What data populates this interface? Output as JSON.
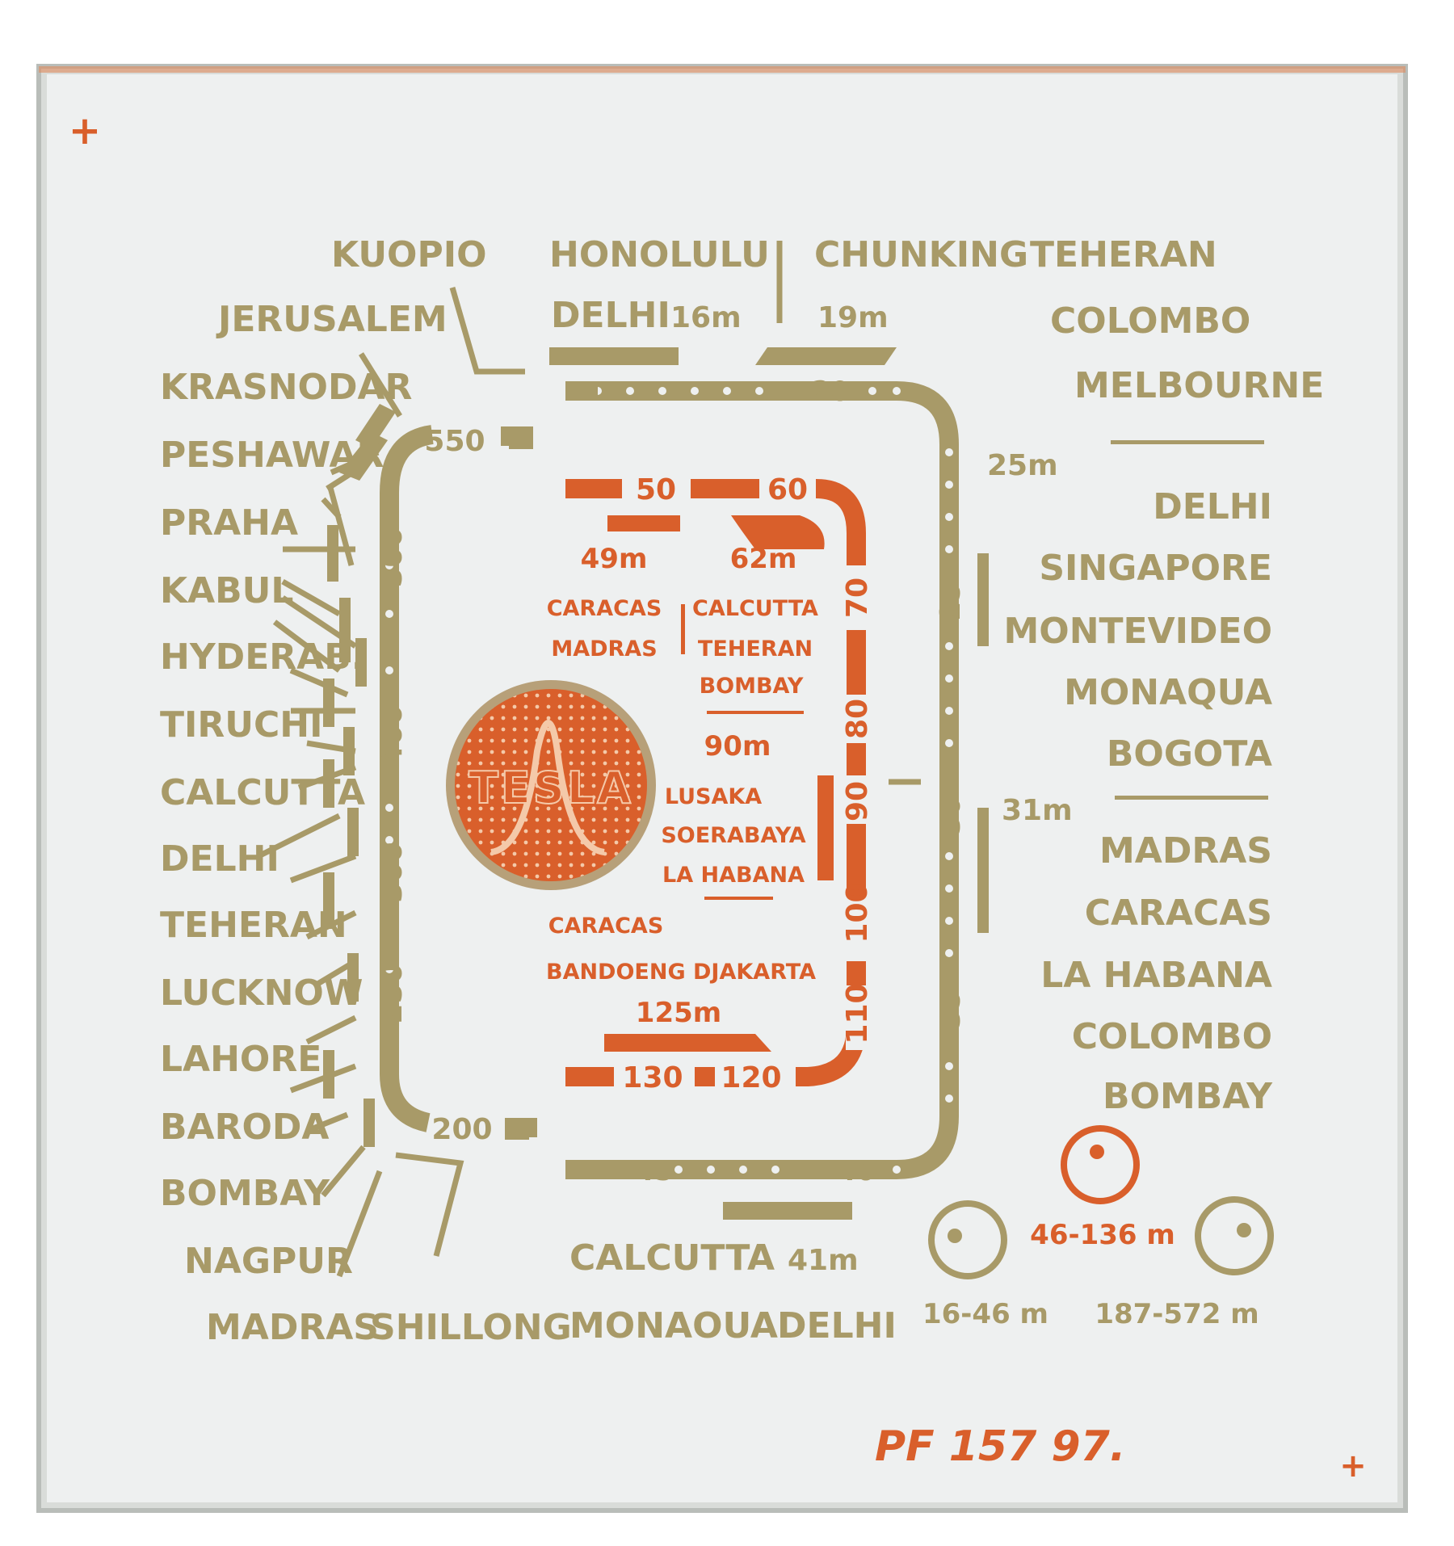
{
  "colors": {
    "gold": "#a89a68",
    "red": "#d95f2b",
    "glass": "#eef0f0"
  },
  "logo": {
    "text": "TESLA",
    "icon": "tesla-logo-icon"
  },
  "left_stations": [
    "KRASNODAR",
    "PESHAWAR",
    "PRAHA",
    "KABUL",
    "HYDERAB.",
    "TIRUCHI",
    "CALCUTTA",
    "DELHI",
    "TEHERAN",
    "LUCKNOW",
    "LAHORE",
    "BARODA",
    "BOMBAY"
  ],
  "top_left_stations": [
    "KUOPIO",
    "JERUSALEM"
  ],
  "bottom_left_stations": [
    "NAGPUR",
    "MADRAS",
    "SHILLONG"
  ],
  "top_center": {
    "stations": [
      "HONOLULU",
      "DELHI"
    ],
    "band": "16m"
  },
  "top_right_a": {
    "stations": [
      "CHUNKING"
    ],
    "band": "19m"
  },
  "top_right_b": {
    "stations": [
      "TEHERAN",
      "COLOMBO",
      "MELBOURNE"
    ]
  },
  "band_25": {
    "band": "25m",
    "stations": [
      "DELHI",
      "SINGAPORE",
      "MONTEVIDEO",
      "MONAQUA",
      "BOGOTA"
    ]
  },
  "band_31": {
    "band": "31m",
    "stations": [
      "MADRAS",
      "CARACAS",
      "LA HABANA",
      "COLOMBO",
      "BOMBAY"
    ]
  },
  "bottom_center": {
    "stations": [
      "CALCUTTA",
      "MONAOUA"
    ],
    "band": "41m",
    "station_right": "DELHI"
  },
  "mw_scale": [
    "550",
    "500",
    "400",
    "300",
    "250",
    "200"
  ],
  "sw_outer_scale": [
    "20",
    "25",
    "30",
    "35",
    "40",
    "45"
  ],
  "sw_inner_scale": [
    "50",
    "60",
    "70",
    "80",
    "90",
    "100",
    "110",
    "120",
    "130"
  ],
  "inner_bands": {
    "b49": "49m",
    "b62": "62m",
    "b90": "90m",
    "b125": "125m",
    "b49_stations": [
      "CARACAS",
      "MADRAS"
    ],
    "b62_stations": [
      "CALCUTTA",
      "TEHERAN",
      "BOMBAY"
    ],
    "b90_stations": [
      "LUSAKA",
      "SOERABAYA",
      "LA HABANA"
    ],
    "b125_stations": [
      "CARACAS",
      "BANDOENG DJAKARTA"
    ]
  },
  "range_indicators": {
    "sw": "16-46 m",
    "mid": "46-136 m",
    "mw": "187-572 m"
  },
  "part_number": "PF 157 97."
}
